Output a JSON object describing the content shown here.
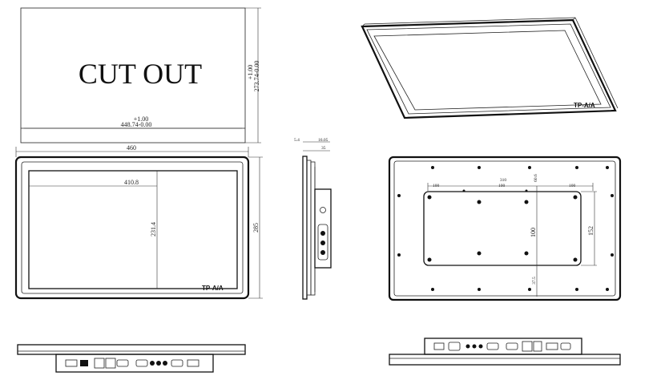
{
  "cutout": {
    "label": "CUT OUT",
    "width_tol": "+1.00",
    "width_val": "448.74-0.00",
    "height_tol": "+1.00",
    "height_val": "273.74-0.00"
  },
  "front": {
    "width": "460",
    "height": "285",
    "view_w": "410.8",
    "view_h": "231.4",
    "logo": "TP-A/A"
  },
  "side": {
    "d1": "5.4",
    "d2": "16.05",
    "d3": "35"
  },
  "iso": {
    "logo": "TP-A/A"
  },
  "back": {
    "w1": "310",
    "w2": "100",
    "w3": "100",
    "w4": "100",
    "d1": "60.6",
    "h1": "152",
    "h2": "100",
    "h3": "37.5"
  }
}
